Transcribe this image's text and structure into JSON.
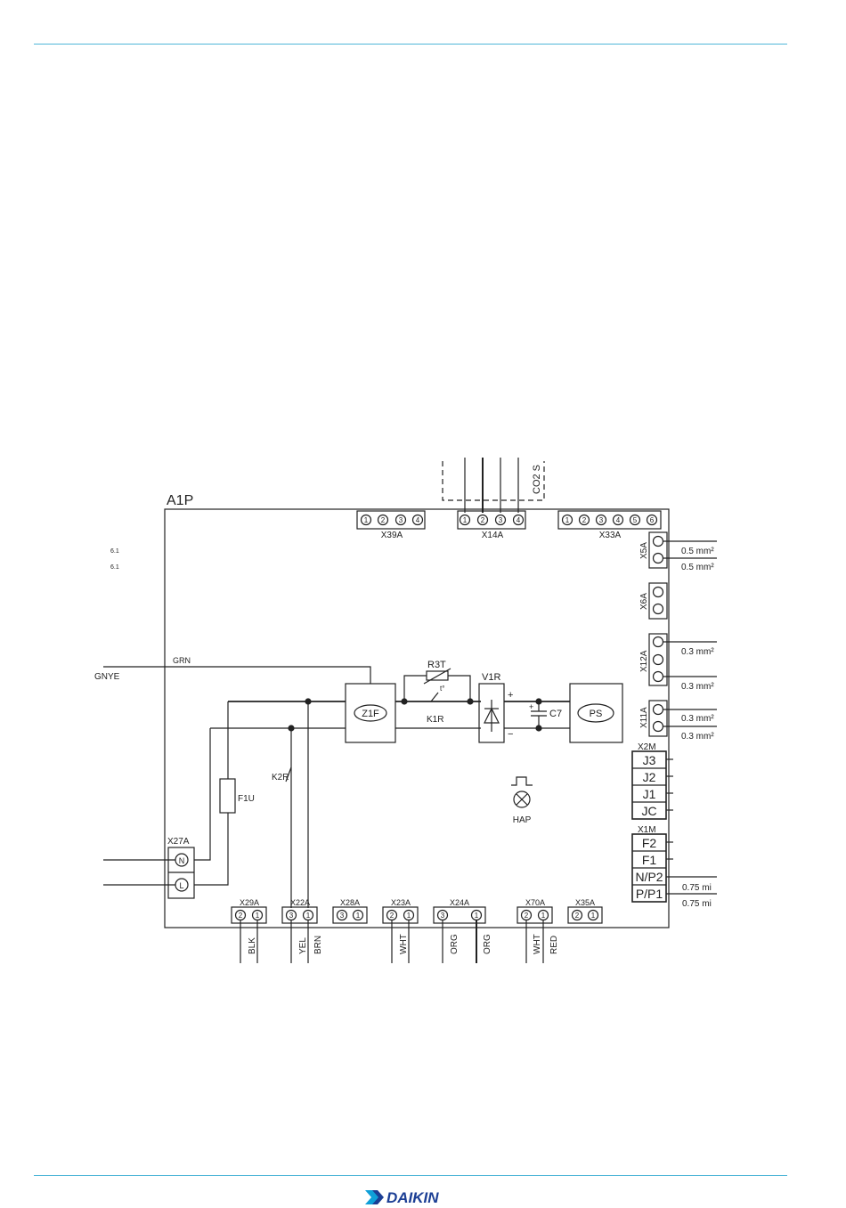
{
  "board": {
    "label": "A1P",
    "connectors": {
      "x39a": "X39A",
      "x14a": "X14A",
      "x33a": "X33A",
      "x5a": "X5A",
      "x6a": "X6A",
      "x12a": "X12A",
      "x11a": "X11A",
      "x2m": "X2M",
      "x1m": "X1M",
      "x27a": "X27A",
      "x29a": "X29A",
      "x22a": "X22A",
      "x28a": "X28A",
      "x23a": "X23A",
      "x24a": "X24A",
      "x70a": "X70A",
      "x35a": "X35A"
    },
    "components": {
      "z1f": "Z1F",
      "ps": "PS",
      "r3t": "R3T",
      "temp": "t°",
      "v1r": "V1R",
      "c7": "C7",
      "k1r": "K1R",
      "k2r": "K2R",
      "f1u": "F1U",
      "hap": "HAP",
      "plus": "+",
      "minus": "−",
      "cap_plus": "+"
    },
    "sensor": "CO2 S",
    "terminals": {
      "x2m": [
        "J3",
        "J2",
        "J1",
        "JC"
      ],
      "x1m": [
        "F2",
        "F1",
        "N/P2",
        "P/P1"
      ],
      "x27a": [
        "N",
        "L"
      ]
    },
    "pins": {
      "n1": "1",
      "n2": "2",
      "n3": "3",
      "n4": "4",
      "n5": "5",
      "n6": "6"
    }
  },
  "wires": {
    "grn": "GRN",
    "gnye": "GNYE",
    "blk": "BLK",
    "yel": "YEL",
    "brn": "BRN",
    "wht": "WHT",
    "org": "ORG",
    "red": "RED"
  },
  "wire_sizes": {
    "mm05": "0.5 mm²",
    "mm03": "0.3 mm²",
    "mm075": "0.75 mi"
  },
  "refs": {
    "r1": "6.1",
    "r2": "6.1"
  },
  "brand": {
    "name": "DAIKIN",
    "color": "#0f9fd8"
  },
  "colors": {
    "rule": "#4fb6d8",
    "line": "#222222"
  }
}
